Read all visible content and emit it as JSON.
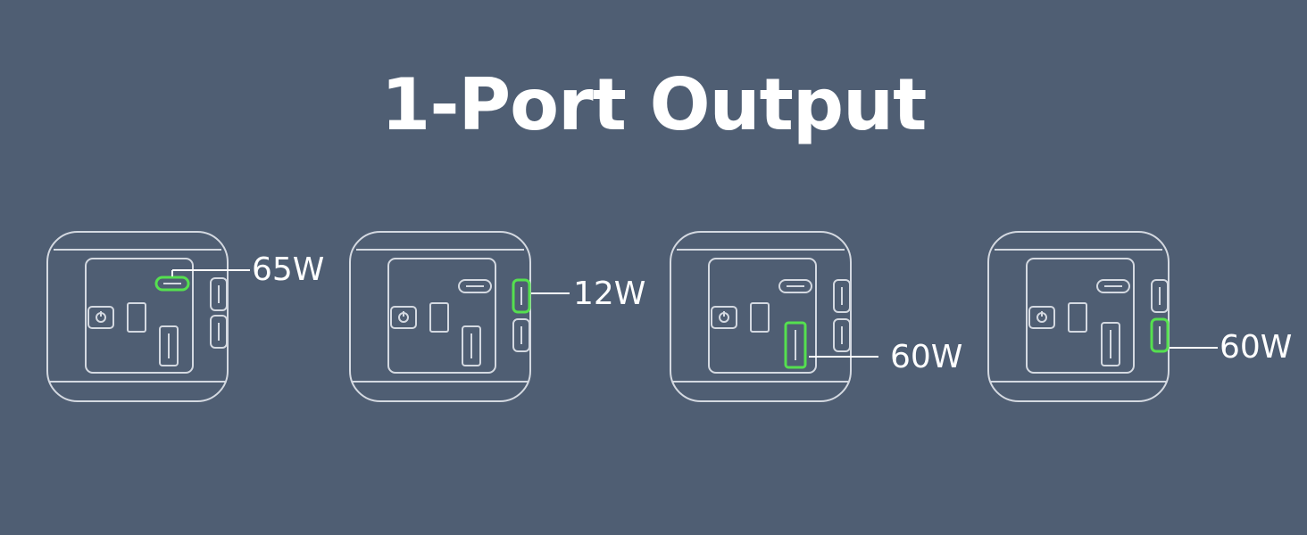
{
  "title": "1-Port Output",
  "colors": {
    "background": "#4f5e73",
    "outline": "#d4d9e1",
    "highlight": "#55e04f",
    "text": "#ffffff"
  },
  "icons": [
    "power-icon",
    "usb-c-port-icon",
    "usb-a-port-icon"
  ],
  "configurations": [
    {
      "active_port": "top-usb-c",
      "wattage": "65W"
    },
    {
      "active_port": "side-usb-c-upper",
      "wattage": "12W"
    },
    {
      "active_port": "usb-a",
      "wattage": "60W"
    },
    {
      "active_port": "side-usb-c-lower",
      "wattage": "60W"
    }
  ]
}
